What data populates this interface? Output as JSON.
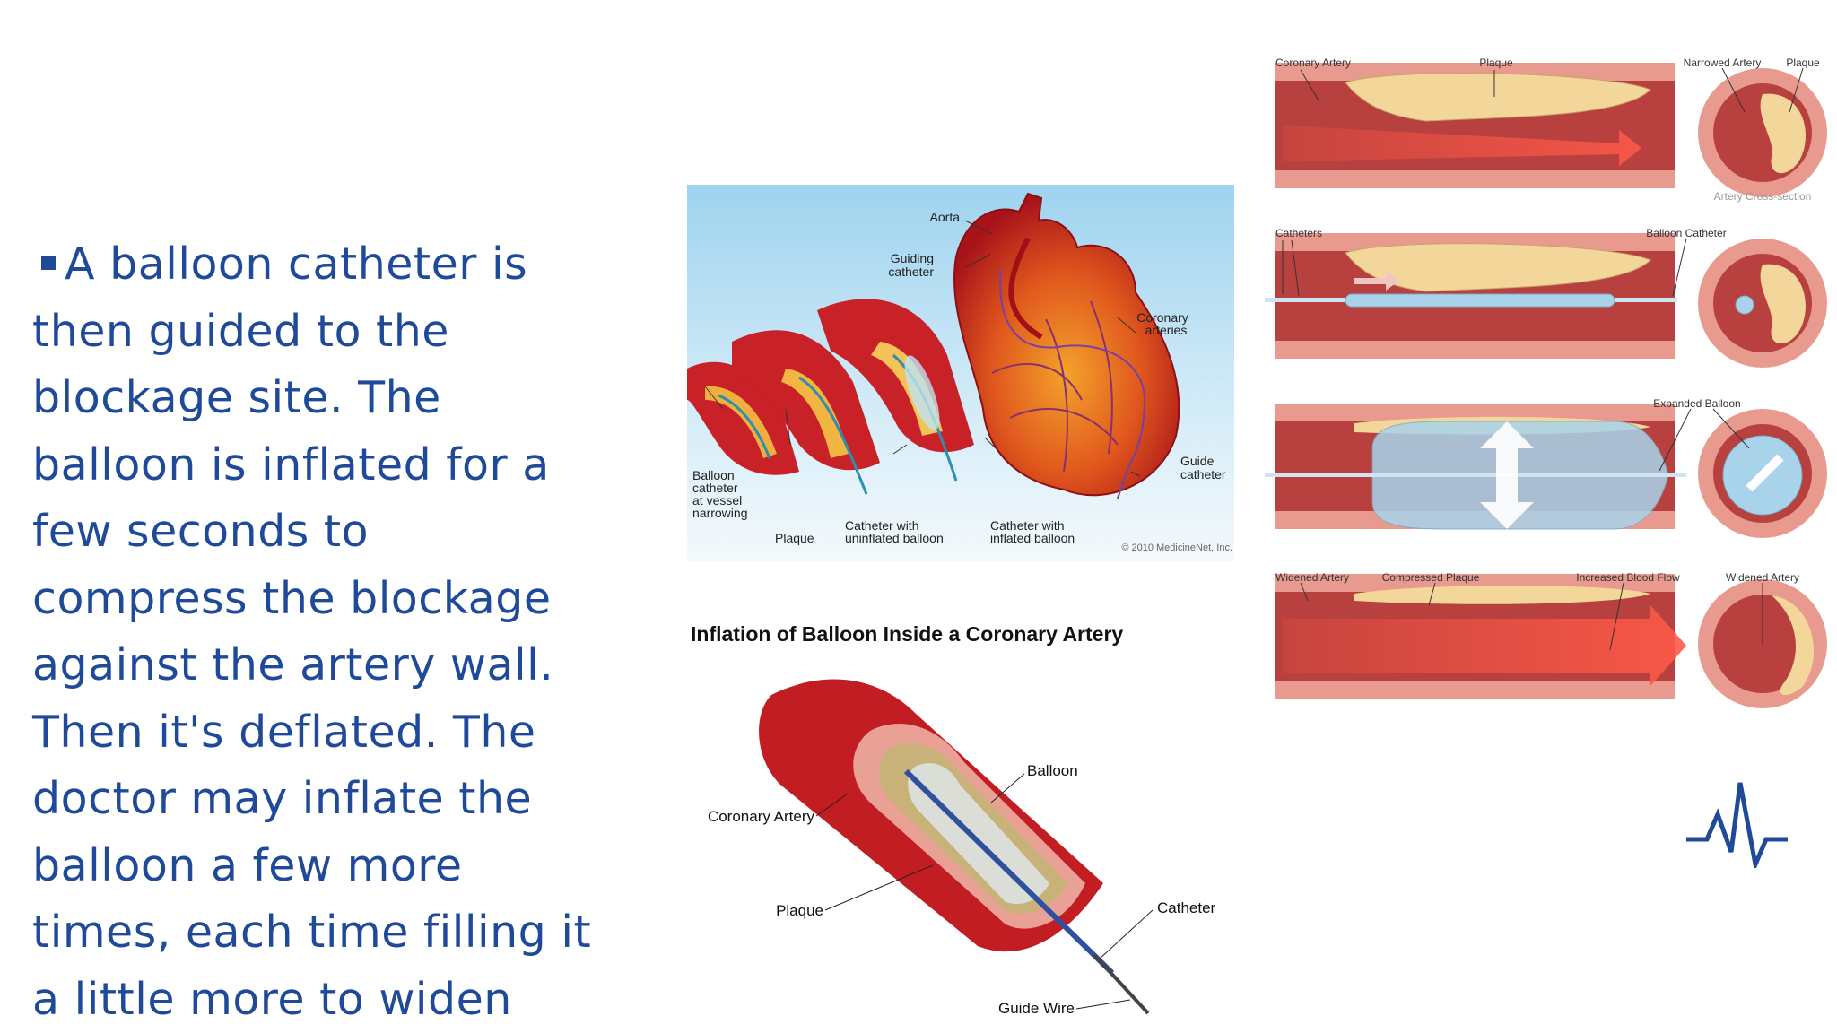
{
  "body_text": {
    "lines": [
      "A balloon catheter is",
      "then guided to the",
      "blockage site. The",
      "balloon is inflated for a",
      "few seconds to",
      "compress the blockage",
      "against the artery wall.",
      "Then it's deflated. The",
      "doctor may inflate the",
      "balloon a few more",
      "times, each time filling it",
      "a little more to widen"
    ]
  },
  "heart_figure": {
    "labels": {
      "aorta": "Aorta",
      "guiding_catheter_1": "Guiding",
      "guiding_catheter_2": "catheter",
      "coronary_arteries_1": "Coronary",
      "coronary_arteries_2": "arteries",
      "guide_catheter_1": "Guide",
      "guide_catheter_2": "catheter",
      "balloon_catheter_1": "Balloon",
      "balloon_catheter_2": "catheter",
      "balloon_catheter_3": "at vessel",
      "balloon_catheter_4": "narrowing",
      "plaque": "Plaque",
      "uninflated_1": "Catheter with",
      "uninflated_2": "uninflated balloon",
      "inflated_1": "Catheter with",
      "inflated_2": "inflated balloon",
      "copyright": "© 2010 MedicineNet, Inc."
    }
  },
  "balloon_figure": {
    "title": "Inflation of Balloon Inside a Coronary Artery",
    "labels": {
      "balloon": "Balloon",
      "coronary_artery": "Coronary Artery",
      "plaque": "Plaque",
      "catheter": "Catheter",
      "guide_wire": "Guide Wire"
    }
  },
  "steps_figure": {
    "row1": {
      "coronary_artery": "Coronary Artery",
      "plaque": "Plaque",
      "narrowed_artery": "Narrowed Artery",
      "plaque_right": "Plaque",
      "cross_section": "Artery Cross-section"
    },
    "row2": {
      "catheters": "Catheters",
      "balloon_catheter": "Balloon Catheter"
    },
    "row3": {
      "expanded_balloon": "Expanded Balloon"
    },
    "row4": {
      "widened_artery": "Widened Artery",
      "compressed_plaque": "Compressed Plaque",
      "increased_flow": "Increased Blood Flow",
      "widened_artery_right": "Widened Artery"
    }
  },
  "colors": {
    "text_blue": "#1f4a9a",
    "artery_red": "#c8232a",
    "plaque_yellow": "#f3d79a",
    "wall_pink": "#e99a8f"
  },
  "icons": {
    "pulse": "heartbeat-line-icon"
  }
}
